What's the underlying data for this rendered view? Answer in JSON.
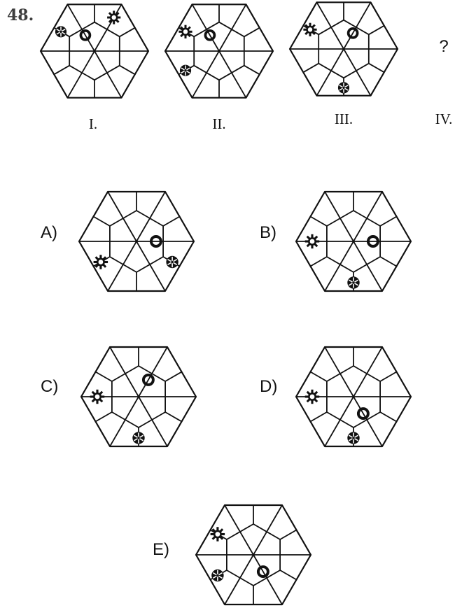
{
  "question_number": "48.",
  "unknown_marker": "?",
  "sequence": [
    {
      "label": "I.",
      "cells": {
        "snowflake": 0,
        "ring": 0.5,
        "gear": 1.5
      }
    },
    {
      "label": "II.",
      "cells": {
        "snowflake": 5,
        "ring": 0.5,
        "gear": 0
      }
    },
    {
      "label": "III.",
      "cells": {
        "snowflake": 4,
        "ring": 1.5,
        "gear": 0
      }
    },
    {
      "label": "IV."
    }
  ],
  "options": [
    {
      "label": "A)",
      "cells": {
        "gear": 5,
        "ring": 2.5,
        "snowflake": 3
      }
    },
    {
      "label": "B)",
      "cells": {
        "gear": 5.5,
        "ring": 2.5,
        "snowflake": 4
      }
    },
    {
      "label": "C)",
      "cells": {
        "gear": 5.5,
        "ring": 1.5,
        "snowflake": 4
      }
    },
    {
      "label": "D)",
      "cells": {
        "gear": 5.5,
        "ring": 3.5,
        "snowflake": 4
      }
    },
    {
      "label": "E)",
      "cells": {
        "snowflake": 5,
        "gear": 0,
        "ring": 3.5
      }
    }
  ],
  "icons": {
    "gear": "gear-icon",
    "ring": "ring-icon",
    "snowflake": "snowflake-icon"
  },
  "colors": {
    "stroke": "#111111",
    "number": "#3d3d3d"
  }
}
